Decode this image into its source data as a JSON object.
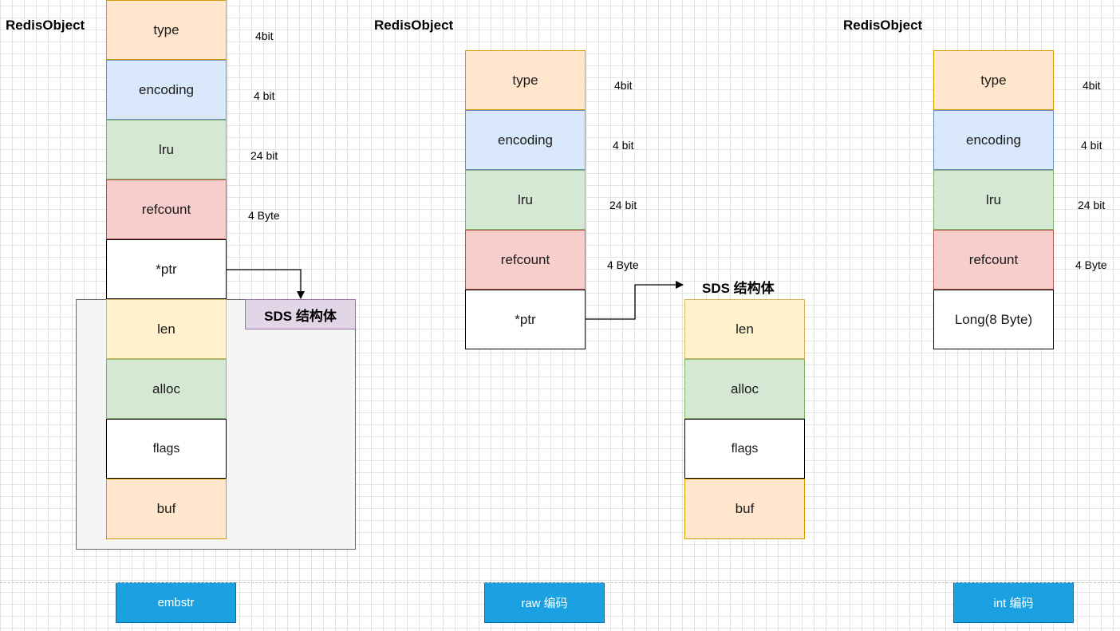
{
  "diagram": {
    "embstr": {
      "title": "RedisObject",
      "fields": {
        "type": "type",
        "encoding": "encoding",
        "lru": "lru",
        "refcount": "refcount",
        "ptr": "*ptr"
      },
      "sizes": {
        "type": "4bit",
        "encoding": "4 bit",
        "lru": "24 bit",
        "refcount": "4 Byte"
      },
      "sds_label": "SDS 结构体",
      "sds_fields": {
        "len": "len",
        "alloc": "alloc",
        "flags": "flags",
        "buf": "buf"
      },
      "button": "embstr"
    },
    "raw": {
      "title": "RedisObject",
      "fields": {
        "type": "type",
        "encoding": "encoding",
        "lru": "lru",
        "refcount": "refcount",
        "ptr": "*ptr"
      },
      "sizes": {
        "type": "4bit",
        "encoding": "4 bit",
        "lru": "24 bit",
        "refcount": "4 Byte"
      },
      "sds_label": "SDS 结构体",
      "sds_fields": {
        "len": "len",
        "alloc": "alloc",
        "flags": "flags",
        "buf": "buf"
      },
      "button": "raw 编码"
    },
    "int": {
      "title": "RedisObject",
      "fields": {
        "type": "type",
        "encoding": "encoding",
        "lru": "lru",
        "refcount": "refcount",
        "value": "Long(8 Byte)"
      },
      "sizes": {
        "type": "4bit",
        "encoding": "4 bit",
        "lru": "24 bit",
        "refcount": "4 Byte"
      },
      "button": "int 编码"
    }
  }
}
